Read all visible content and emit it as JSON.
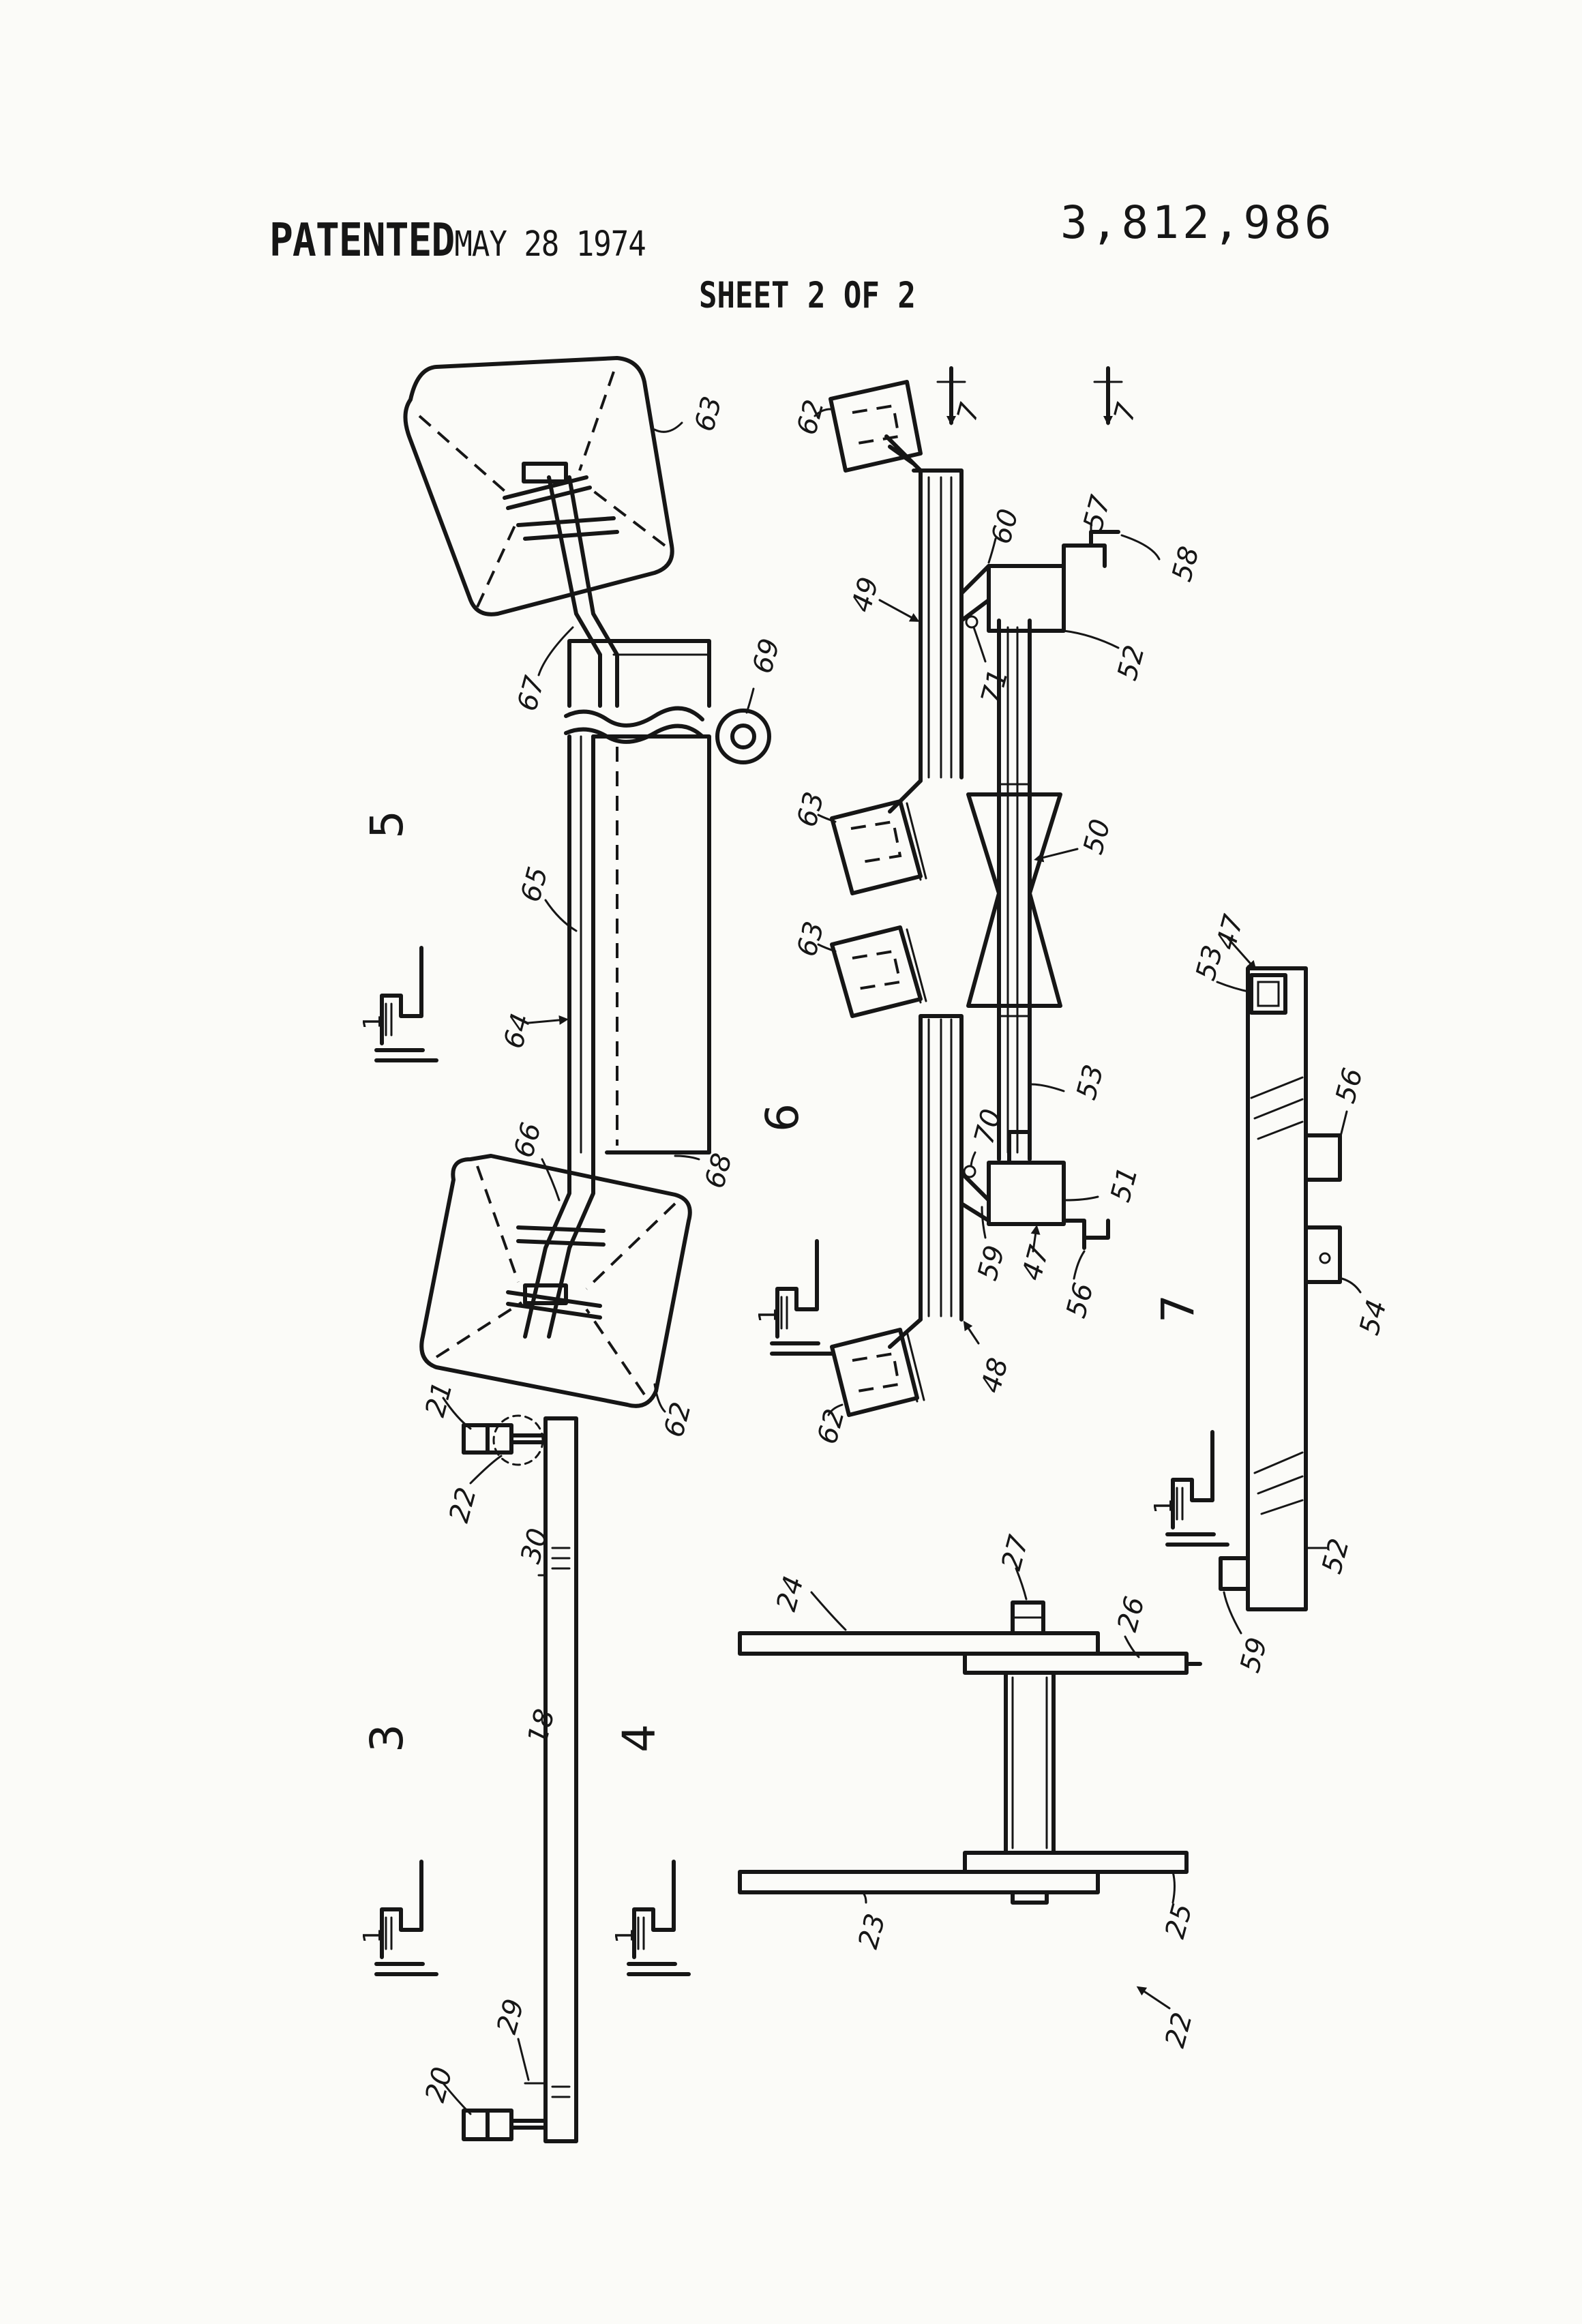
{
  "header": {
    "stamp_word": "PATENTED",
    "stamp_date": "MAY 28 1974",
    "patent_number": "3,812,986",
    "sheet": "SHEET 2 OF 2"
  },
  "figures": {
    "fig3": {
      "prefix": "1",
      "number": "3"
    },
    "fig4": {
      "prefix": "1",
      "number": "4"
    },
    "fig5": {
      "prefix": "1",
      "number": "5"
    },
    "fig6": {
      "prefix": "1",
      "number": "6"
    },
    "fig7": {
      "prefix": "1",
      "number": "7"
    }
  },
  "refs": {
    "r7a": "7",
    "r7b": "7",
    "r18": "18",
    "r20": "20",
    "r21": "21",
    "r22a": "22",
    "r22b": "22",
    "r23": "23",
    "r24": "24",
    "r25": "25",
    "r26": "26",
    "r27": "27",
    "r29": "29",
    "r30": "30",
    "r47a": "47",
    "r47b": "47",
    "r48": "48",
    "r49": "49",
    "r50": "50",
    "r51": "51",
    "r52a": "52",
    "r52b": "52",
    "r53a": "53",
    "r53b": "53",
    "r54": "54",
    "r56a": "56",
    "r56b": "56",
    "r57": "57",
    "r58": "58",
    "r59a": "59",
    "r59b": "59",
    "r60": "60",
    "r62a": "62",
    "r62b": "62",
    "r62c": "62",
    "r63a": "63",
    "r63b": "63",
    "r63c": "63",
    "r64": "64",
    "r65": "65",
    "r66": "66",
    "r67": "67",
    "r68": "68",
    "r69": "69",
    "r70": "70",
    "r71": "71"
  },
  "icons": {
    "section_arrow": "down-arrow-icon",
    "fig_glyph": "bracket-fig-glyph"
  }
}
